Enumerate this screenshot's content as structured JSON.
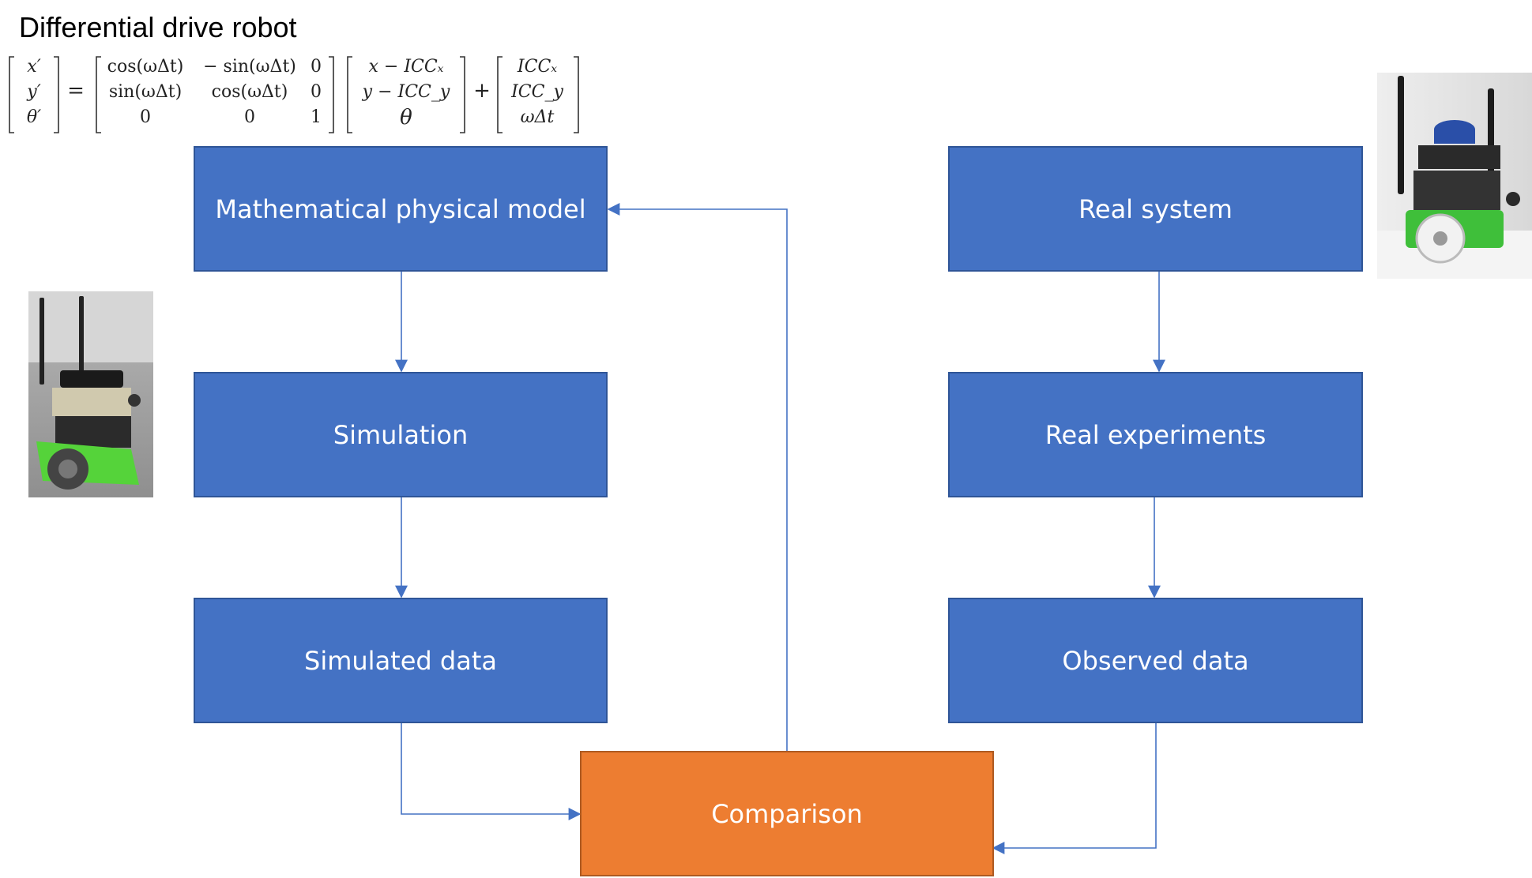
{
  "title": "Differential drive robot",
  "equation": {
    "lhs": [
      "x′",
      "y′",
      "θ′"
    ],
    "equals": "=",
    "rotation": [
      [
        "cos(ωΔt)",
        "− sin(ωΔt)",
        "0"
      ],
      [
        "sin(ωΔt)",
        "cos(ωΔt)",
        "0"
      ],
      [
        "0",
        "0",
        "1"
      ]
    ],
    "offset": [
      "x − ICCₓ",
      "y − ICC_y",
      "θ"
    ],
    "plus": "+",
    "icc": [
      "ICCₓ",
      "ICC_y",
      "ωΔt"
    ]
  },
  "boxes": {
    "model": "Mathematical physical model",
    "simulation": "Simulation",
    "simulated_data": "Simulated data",
    "real_system": "Real system",
    "real_experiments": "Real experiments",
    "observed_data": "Observed data",
    "comparison": "Comparison"
  },
  "colors": {
    "box_fill": "#4472c4",
    "comparison_fill": "#ed7d31",
    "arrow": "#4472c4"
  }
}
